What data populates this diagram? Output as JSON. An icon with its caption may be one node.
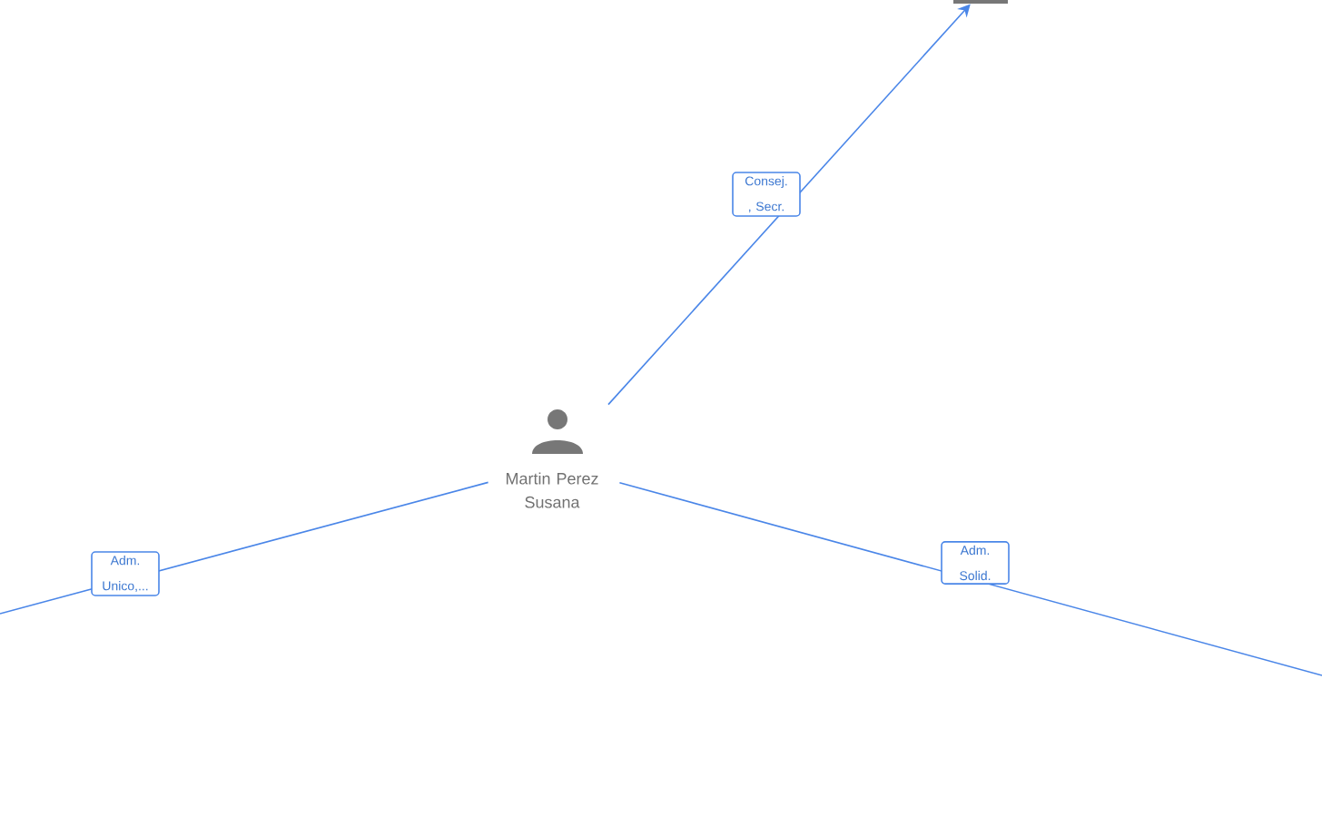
{
  "diagram": {
    "nodes": [
      {
        "text": [
          "Martin Perez Susana"
        ]
      },
      {
        "text": [],
        "shape": "box"
      }
    ],
    "edges": [
      {
        "from": 0,
        "to": 1,
        "arrow": "to",
        "label": "Consej. , Secr."
      },
      {
        "from": 0,
        "to": null,
        "arrow": "none",
        "label": "Adm. Unico,..."
      },
      {
        "from": 0,
        "to": null,
        "arrow": "none",
        "label": "Adm. Solid."
      }
    ]
  }
}
